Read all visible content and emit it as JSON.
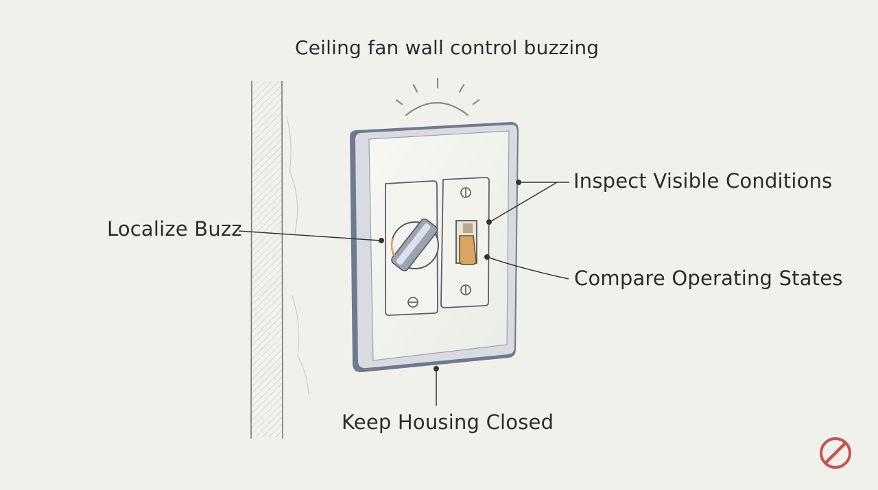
{
  "title": "Ceiling fan wall control buzzing",
  "callouts": {
    "localize": "Localize Buzz",
    "inspect": "Inspect Visible Conditions",
    "compare": "Compare Operating States",
    "keep_closed": "Keep Housing Closed"
  },
  "icons": {
    "sound": "sound-burst-icon",
    "prohibited": "prohibited-icon"
  },
  "colors": {
    "background": "#f1f1ec",
    "ink": "#2b2b2b",
    "plate_edge": "#5f6b80",
    "toggle_accent": "#d8a25a",
    "prohibit_red": "#c9524a"
  }
}
